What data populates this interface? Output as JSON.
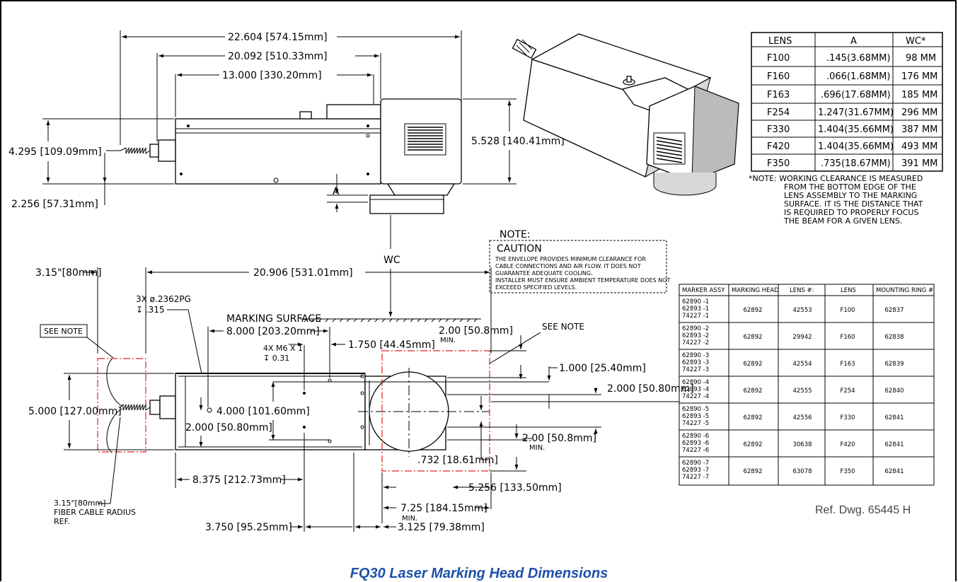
{
  "title": "FQ30 Laser Marking Head Dimensions",
  "ref_dwg": "Ref. Dwg. 65445 H",
  "dims": {
    "overall": "22.604 [574.15mm]",
    "body": "20.092 [510.33mm]",
    "mid": "13.000 [330.20mm]",
    "height_left": "4.295 [109.09mm]",
    "height_right": "5.528 [140.41mm]",
    "cable_height": "2.256 [57.31mm]",
    "a_label": "A",
    "wc_label": "WC",
    "marking_surface": "MARKING SURFACE",
    "clearance_80": "3.15\"[80mm]",
    "top_len": "20.906 [531.01mm]",
    "hole_note_1": "3X ø.2362PG",
    "hole_note_2": "↧ .315",
    "see_note_left": "SEE NOTE",
    "see_note_right": "SEE NOTE",
    "d8000": "8.000 [203.20mm]",
    "d1750": "1.750 [44.45mm]",
    "m6_1": "4X M6 X 1",
    "m6_2": "↧ 0.31",
    "min200_top": "2.00 [50.8mm]",
    "min_word": "MIN.",
    "d1000": "1.000 [25.40mm]",
    "d2000_right": "2.000 [50.80mm]",
    "d5000": "5.000 [127.00mm]",
    "d4000": "4.000 [101.60mm]",
    "d2000_left": "2.000 [50.80mm]",
    "min200_bot": "2.00 [50.8mm]",
    "d732": ".732 [18.61mm]",
    "d8375": "8.375 [212.73mm]",
    "d5256": "5.256 [133.50mm]",
    "d725": "7.25 [184.15mm]",
    "min_word2": "MIN.",
    "d3750": "3.750 [95.25mm]",
    "d3125": "3.125 [79.38mm]",
    "fiber_1": "3.15\"[80mm]",
    "fiber_2": "FIBER CABLE RADIUS",
    "fiber_3": "REF."
  },
  "note": {
    "heading": "NOTE:",
    "caution": "CAUTION",
    "line1": "THE ENVELOPE PROVIDES MINIMUM CLEARANCE FOR",
    "line2": "CABLE CONNECTIONS AND AIR FLOW. IT DOES NOT",
    "line3": "GUARANTEE ADEQUATE COOLING.",
    "line4": "INSTALLER MUST ENSURE AMBIENT TEMPERATURE DOES NOT",
    "line5": "EXCEEED SPECIFIED LEVELS."
  },
  "lens_table": {
    "headers": [
      "LENS",
      "A",
      "WC*"
    ],
    "rows": [
      [
        "F100",
        ".145(3.68MM)",
        "98  MM"
      ],
      [
        "F160",
        ".066(1.68MM)",
        "176  MM"
      ],
      [
        "F163",
        ".696(17.68MM)",
        "185  MM"
      ],
      [
        "F254",
        "1.247(31.67MM)",
        "296  MM"
      ],
      [
        "F330",
        "1.404(35.66MM)",
        "387  MM"
      ],
      [
        "F420",
        "1.404(35.66MM)",
        "493  MM"
      ],
      [
        "F350",
        ".735(18.67MM)",
        "391  MM"
      ]
    ]
  },
  "wc_note": {
    "l1": "*NOTE:  WORKING CLEARANCE IS MEASURED",
    "l2": "FROM THE BOTTOM EDGE OF THE",
    "l3": "LENS ASSEMBLY TO THE MARKING",
    "l4": "SURFACE. IT IS THE DISTANCE THAT",
    "l5": "IS REQUIRED TO PROPERLY FOCUS",
    "l6": "THE BEAM FOR A GIVEN LENS."
  },
  "assy_table": {
    "headers": [
      "MARKER ASSY",
      "MARKING HEAD",
      "LENS #:",
      "LENS",
      "MOUNTING RING #"
    ],
    "rows": [
      [
        [
          "62890 -1",
          "62893 -1",
          "74227 -1"
        ],
        "62892",
        "42553",
        "F100",
        "62837"
      ],
      [
        [
          "62890 -2",
          "62893 -2",
          "74227 -2"
        ],
        "62892",
        "29942",
        "F160",
        "62838"
      ],
      [
        [
          "62890 -3",
          "62893 -3",
          "74227 -3"
        ],
        "62892",
        "42554",
        "F163",
        "62839"
      ],
      [
        [
          "62890 -4",
          "62893 -4",
          "74227 -4"
        ],
        "62892",
        "42555",
        "F254",
        "62840"
      ],
      [
        [
          "62890 -5",
          "62893 -5",
          "74227 -5"
        ],
        "62892",
        "42556",
        "F330",
        "62841"
      ],
      [
        [
          "62890 -6",
          "62893 -6",
          "74227 -6"
        ],
        "62892",
        "30638",
        "F420",
        "62841"
      ],
      [
        [
          "62890 -7",
          "62893 -7",
          "74227 -7"
        ],
        "62892",
        "63078",
        "F350",
        "62841"
      ]
    ]
  },
  "colors": {
    "title": "#1f4fa8",
    "envelope": "#e02020"
  }
}
